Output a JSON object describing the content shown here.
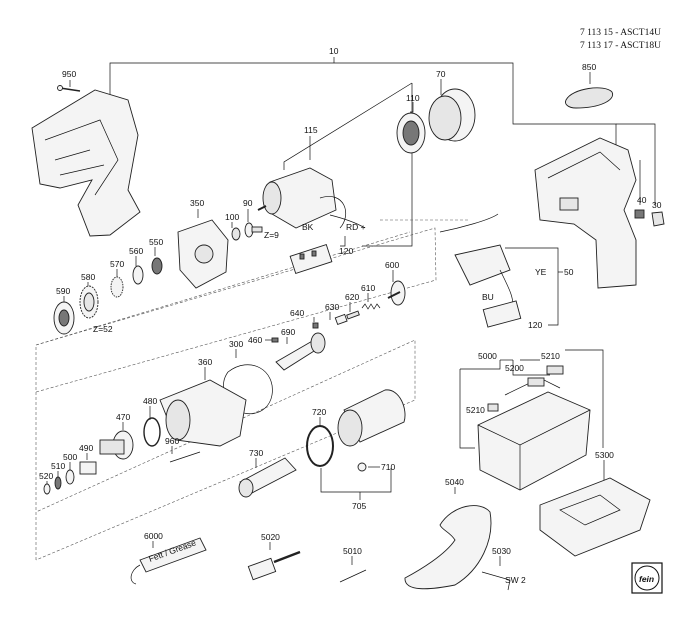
{
  "header": {
    "line1": "7 113 15 - ASCT14U",
    "line2": "7 113 17 - ASCT18U"
  },
  "parts": {
    "p10": "10",
    "p950": "950",
    "p70": "70",
    "p110": "110",
    "p115": "115",
    "p850": "850",
    "p40": "40",
    "p30": "30",
    "p350": "350",
    "p100": "100",
    "p90": "90",
    "p120a": "120",
    "p550": "550",
    "p560": "560",
    "p570": "570",
    "p580": "580",
    "p590": "590",
    "p600": "600",
    "p610": "610",
    "p620": "620",
    "p630": "630",
    "p640": "640",
    "p690": "690",
    "p460": "460",
    "p300": "300",
    "p360": "360",
    "p480": "480",
    "p470": "470",
    "p960": "960",
    "p490": "490",
    "p500": "500",
    "p510": "510",
    "p520": "520",
    "p720": "720",
    "p710": "710",
    "p705": "705",
    "p730": "730",
    "p50": "50",
    "p120b": "120",
    "p5000": "5000",
    "p5200": "5200",
    "p5210a": "5210",
    "p5210b": "5210",
    "p5300": "5300",
    "p5040": "5040",
    "p5030": "5030",
    "p6000": "6000",
    "p5020": "5020",
    "p5010": "5010"
  },
  "annotations": {
    "z9": "Z=9",
    "z52": "Z=52",
    "bk": "BK",
    "rd": "RD +",
    "ye": "YE",
    "bu": "BU",
    "sw2": "SW 2",
    "grease": "Fett / Grease"
  },
  "logo": {
    "text": "fein"
  }
}
